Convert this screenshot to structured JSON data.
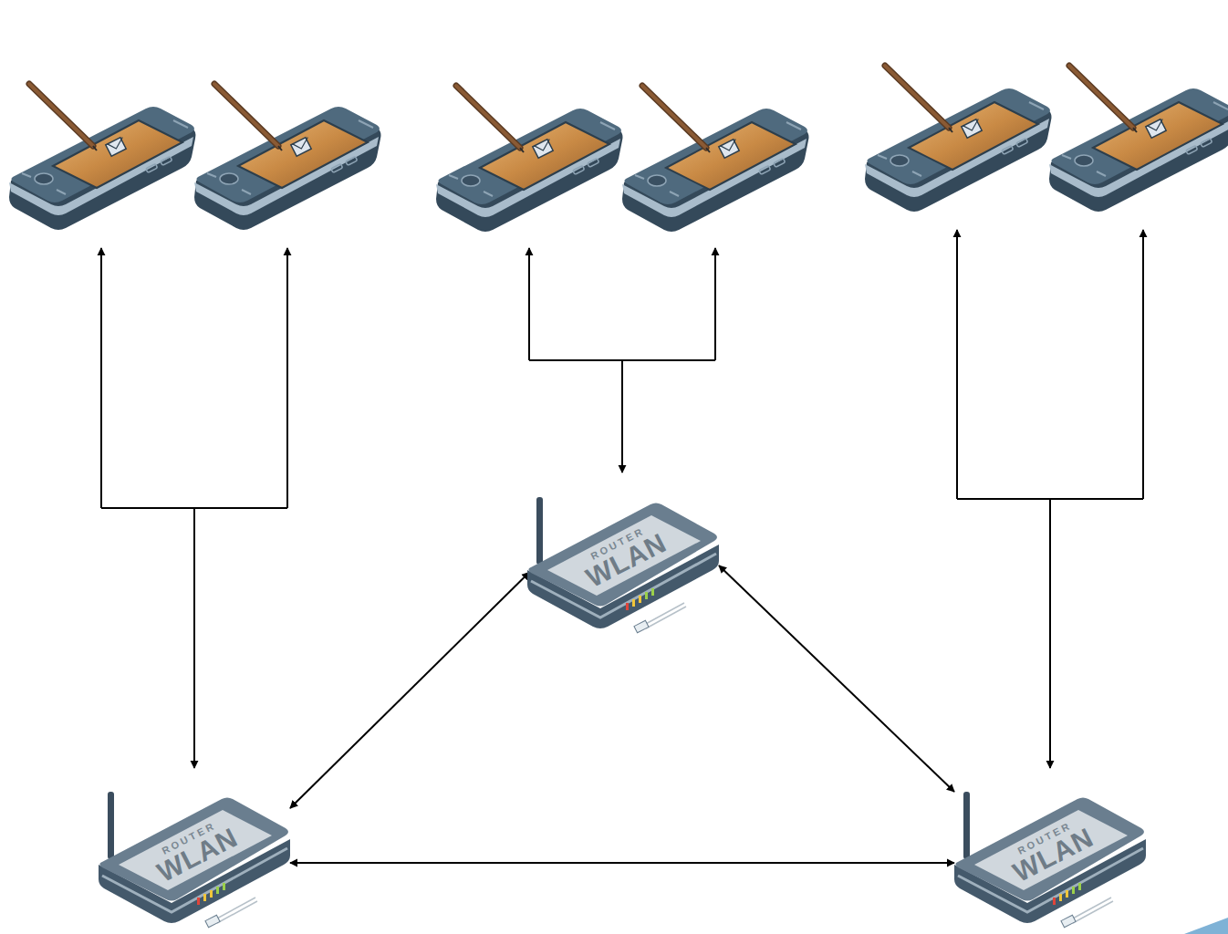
{
  "diagram": {
    "nodes": [
      {
        "text": [
          "ROUTER",
          "WLAN"
        ]
      },
      {
        "text": [
          "ROUTER",
          "WLAN"
        ]
      },
      {
        "text": [
          "ROUTER",
          "WLAN"
        ]
      }
    ],
    "edges": [
      {
        "from": 0,
        "to": 1,
        "arrow": "both"
      },
      {
        "from": 0,
        "to": 2,
        "arrow": "both"
      },
      {
        "from": 1,
        "to": 2,
        "arrow": "both"
      }
    ]
  }
}
